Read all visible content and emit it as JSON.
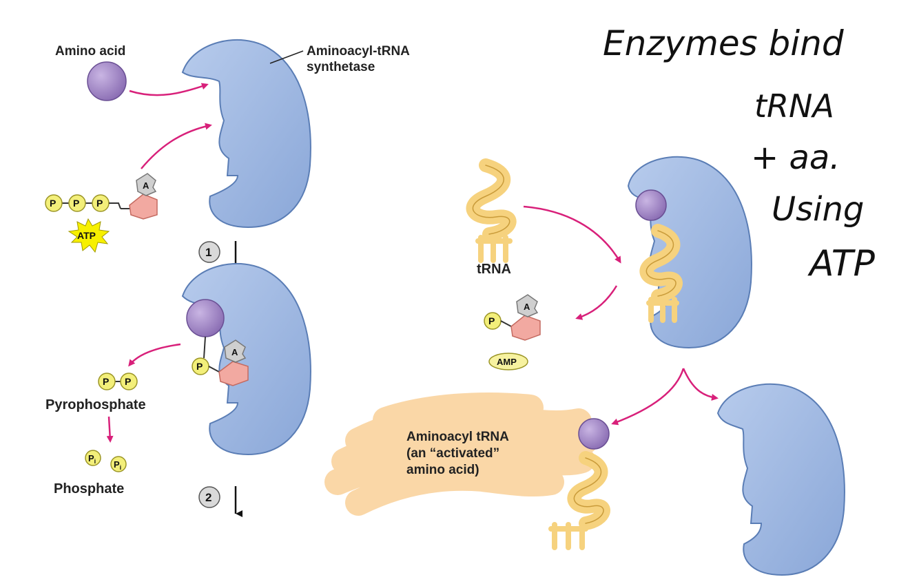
{
  "labels": {
    "amino_acid": "Amino acid",
    "synthetase_line1": "Aminoacyl-tRNA",
    "synthetase_line2": "synthetase",
    "atp": "ATP",
    "phosphate_group": "P",
    "adenine": "A",
    "step_1": "1",
    "step_2": "2",
    "pyrophosphate": "Pyrophosphate",
    "phosphate": "Phosphate",
    "inorganic_phosphate": "P",
    "inorganic_subscript": "i",
    "trna": "tRNA",
    "amp": "AMP",
    "aminoacyl_line1": "Aminoacyl tRNA",
    "aminoacyl_line2": "(an “activated”",
    "aminoacyl_line3": "amino acid)"
  },
  "handwriting": [
    "Enzymes bind",
    "tRNA",
    "+ aa.",
    "Using",
    "ATP"
  ],
  "colors": {
    "enzyme": "#9db7e0",
    "enzyme_edge": "#5a7db5",
    "amino_acid": "#a58bc8",
    "phosphate": "#f3ef7a",
    "ribose": "#f2a9a1",
    "adenine": "#cfcfcf",
    "trna": "#f6d27e",
    "arrow": "#d8207a",
    "highlight": "#f8c98a",
    "atp_burst": "#f7f000"
  }
}
